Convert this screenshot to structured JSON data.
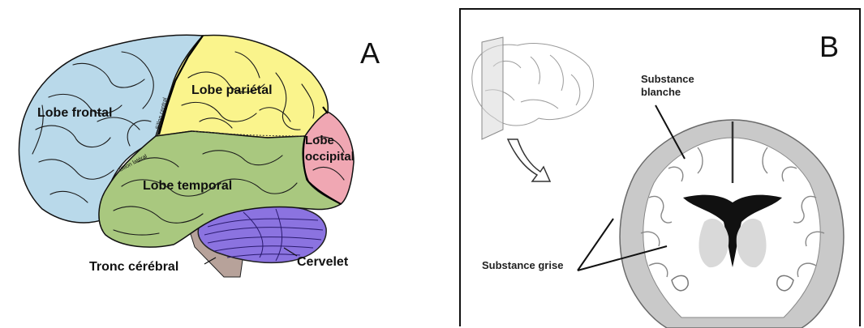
{
  "panel_a": {
    "letter": "A",
    "labels": {
      "frontal": "Lobe frontal",
      "parietal": "Lobe pariétal",
      "occipital_line1": "Lobe",
      "occipital_line2": "occipital",
      "temporal": "Lobe temporal",
      "brainstem": "Tronc cérébral",
      "cerebellum": "Cervelet",
      "central_sulcus": "Sillon central",
      "lateral_sulcus": "Sillon latéral"
    },
    "colors": {
      "frontal": "#b9d9ea",
      "parietal": "#faf48c",
      "occipital": "#f0a7b3",
      "temporal": "#a9c87f",
      "cerebellum": "#8b73e0",
      "brainstem": "#b7a29a"
    }
  },
  "panel_b": {
    "letter": "B",
    "labels": {
      "white_matter_line1": "Substance",
      "white_matter_line2": "blanche",
      "grey_matter": "Substance grise"
    }
  }
}
